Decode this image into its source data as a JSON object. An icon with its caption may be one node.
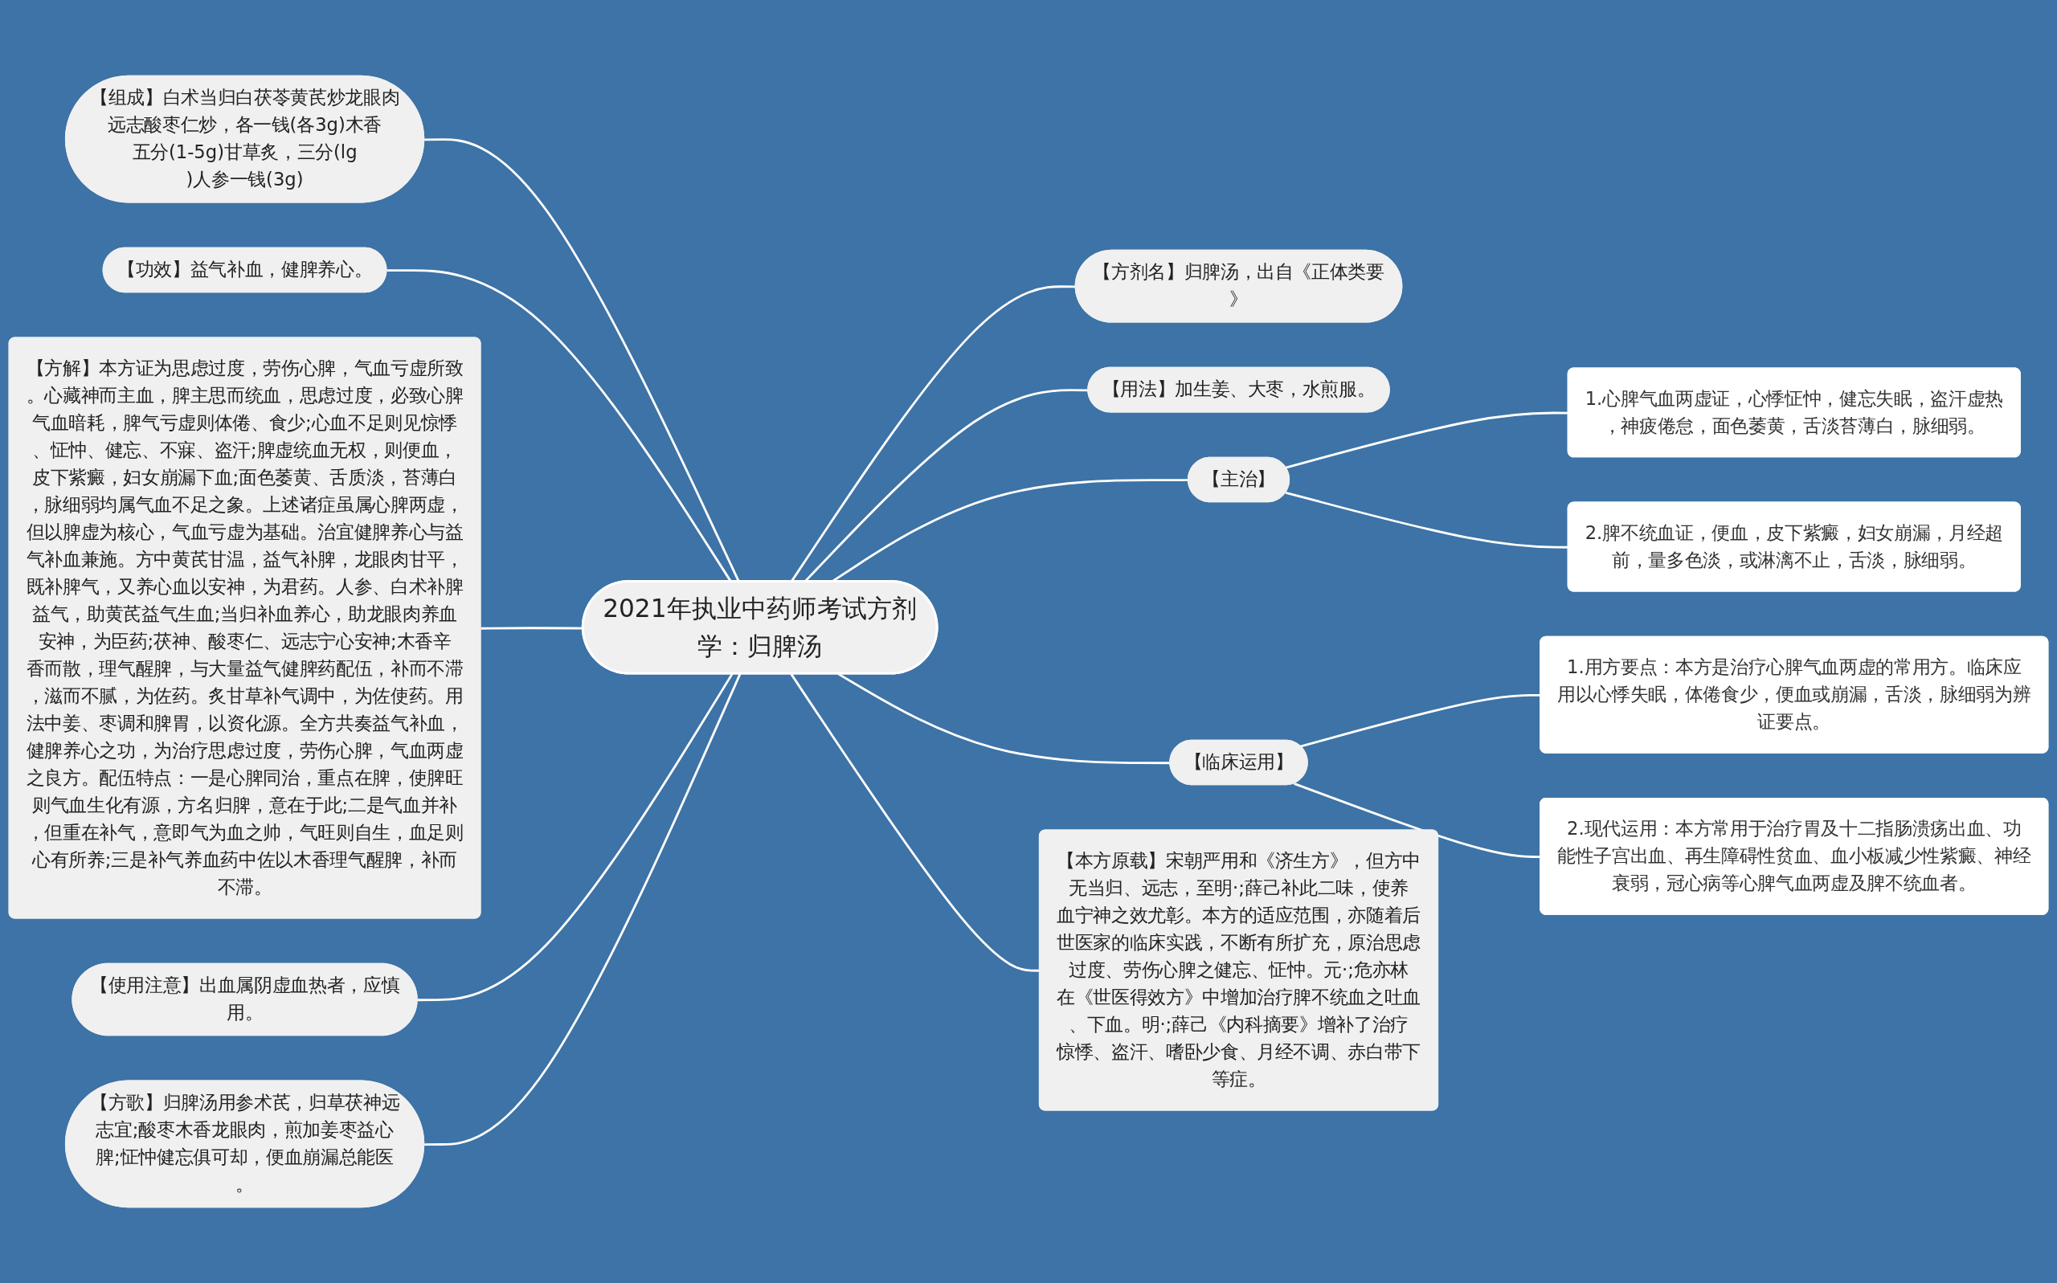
{
  "diagram": {
    "nodes": [
      {
        "text": [
          "2021年执业中药师考试方剂学：归脾汤"
        ]
      },
      {
        "text": [
          "【组成】白术当归白茯苓黄芪炒龙眼肉远志酸枣仁炒，各一钱(各3g)木香五分(1-5g)甘草炙，三分(lg)人参一钱(3g)"
        ]
      },
      {
        "text": [
          "【功效】益气补血，健脾养心。"
        ]
      },
      {
        "text": [
          "【方解】本方证为思虑过度，劳伤心脾，气血亏虚所致。心藏神而主血，脾主思而统血，思虑过度，必致心脾气血暗耗，脾气亏虚则体倦、食少;心血不足则见惊悸、怔忡、健忘、不寐、盗汗;脾虚统血无权，则便血，皮下紫癜，妇女崩漏下血;面色萎黄、舌质淡，苔薄白，脉细弱均属气血不足之象。上述诸症虽属心脾两虚，但以脾虚为核心，气血亏虚为基础。治宜健脾养心与益气补血兼施。方中黄芪甘温，益气补脾，龙眼肉甘平，既补脾气，又养心血以安神，为君药。人参、白术补脾益气，助黄芪益气生血;当归补血养心，助龙眼肉养血安神，为臣药;茯神、酸枣仁、远志宁心安神;木香辛香而散，理气醒脾，与大量益气健脾药配伍，补而不滞，滋而不腻，为佐药。炙甘草补气调中，为佐使药。用法中姜、枣调和脾胃，以资化源。全方共奏益气补血，健脾养心之功，为治疗思虑过度，劳伤心脾，气血两虚之良方。配伍特点：一是心脾同治，重点在脾，使脾旺则气血生化有源，方名归脾，意在于此;二是气血并补，但重在补气，意即气为血之帅，气旺则自生，血足则心有所养;三是补气养血药中佐以木香理气醒脾，补而不滞。"
        ]
      },
      {
        "text": [
          "【使用注意】出血属阴虚血热者，应慎用。"
        ]
      },
      {
        "text": [
          "【方歌】归脾汤用参术芪，归草茯神远志宜;酸枣木香龙眼肉，煎加姜枣益心脾;怔忡健忘俱可却，便血崩漏总能医。"
        ]
      },
      {
        "text": [
          "【方剂名】归脾汤，出自《正体类要》"
        ]
      },
      {
        "text": [
          "【用法】加生姜、大枣，水煎服。"
        ]
      },
      {
        "text": [
          "【主治】"
        ]
      },
      {
        "text": [
          "1.心脾气血两虚证，心悸怔忡，健忘失眠，盗汗虚热，神疲倦怠，面色萎黄，舌淡苔薄白，脉细弱。"
        ]
      },
      {
        "text": [
          "2.脾不统血证，便血，皮下紫癜，妇女崩漏，月经超前，量多色淡，或淋漓不止，舌淡，脉细弱。"
        ]
      },
      {
        "text": [
          "【临床运用】"
        ]
      },
      {
        "text": [
          "1.用方要点：本方是治疗心脾气血两虚的常用方。临床应用以心悸失眠，体倦食少，便血或崩漏，舌淡，脉细弱为辨证要点。"
        ]
      },
      {
        "text": [
          "2.现代运用：本方常用于治疗胃及十二指肠溃疡出血、功能性子宫出血、再生障碍性贫血、血小板减少性紫癜、神经衰弱，冠心病等心脾气血两虚及脾不统血者。"
        ]
      },
      {
        "text": [
          "【本方原载】宋朝严用和《济生方》，但方中无当归、远志，至明·;薛己补此二味，使养血宁神之效尤彰。本方的适应范围，亦随着后世医家的临床实践，不断有所扩充，原治思虑过度、劳伤心脾之健忘、怔忡。元·;危亦林在《世医得效方》中增加治疗脾不统血之吐血、下血。明·;薛己《内科摘要》增补了治疗惊悸、盗汗、嗜卧少食、月经不调、赤白带下等症。"
        ]
      }
    ],
    "edges": [
      {
        "from": 1,
        "to": 0,
        "arrow": "none"
      },
      {
        "from": 2,
        "to": 0,
        "arrow": "none"
      },
      {
        "from": 3,
        "to": 0,
        "arrow": "none"
      },
      {
        "from": 4,
        "to": 0,
        "arrow": "none"
      },
      {
        "from": 5,
        "to": 0,
        "arrow": "none"
      },
      {
        "from": 0,
        "to": 6,
        "arrow": "none"
      },
      {
        "from": 0,
        "to": 7,
        "arrow": "none"
      },
      {
        "from": 0,
        "to": 8,
        "arrow": "none"
      },
      {
        "from": 0,
        "to": 11,
        "arrow": "none"
      },
      {
        "from": 0,
        "to": 14,
        "arrow": "none"
      },
      {
        "from": 8,
        "to": 9,
        "arrow": "none"
      },
      {
        "from": 8,
        "to": 10,
        "arrow": "none"
      },
      {
        "from": 11,
        "to": 12,
        "arrow": "none"
      },
      {
        "from": 11,
        "to": 13,
        "arrow": "none"
      }
    ]
  }
}
